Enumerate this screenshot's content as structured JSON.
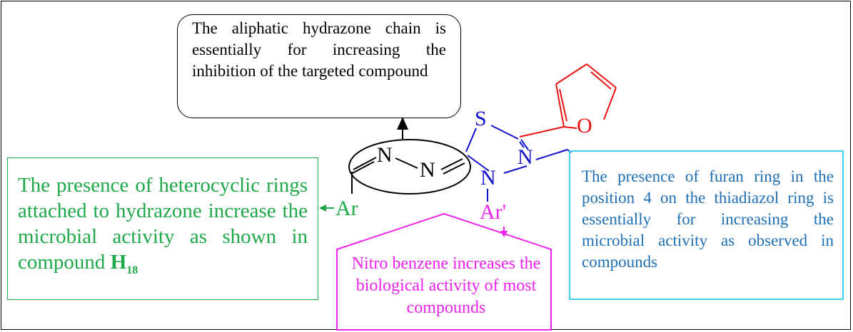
{
  "boxes": {
    "top_text": "The aliphatic hydrazone chain is essentially for increasing the inhibition of the targeted compound",
    "left_text": "The presence of heterocyclic rings attached to hydrazone increase the microbial activity as shown in compound",
    "left_compound": "H",
    "left_compound_sub": "18",
    "right_text": "The presence of furan ring in the position 4 on the thiadiazol ring is essentially for increasing the microbial activity as observed in compounds",
    "bottom_text": "Nitro benzene increases the biological activity of most compounds"
  },
  "atoms": {
    "s": "S",
    "n_ring_right": "N",
    "n_ring_bottom": "N",
    "n_hydrazone_1": "N",
    "n_hydrazone_2": "N",
    "o_furan": "O",
    "ar": "Ar",
    "ar_prime": "Ar'"
  },
  "colors": {
    "black": "#000000",
    "green": "#1fa84a",
    "cyan": "#3fd0f0",
    "blue_text": "#1f6fb5",
    "ring_blue": "#1010cc",
    "furan_red": "#ee1111",
    "magenta": "#ee22ee"
  }
}
